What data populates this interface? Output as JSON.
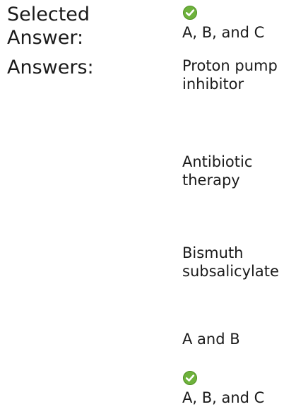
{
  "selected": {
    "label_line1": "Selected",
    "label_line2": "Answer:",
    "value": "A, B, and C",
    "icon": "check-circle-icon",
    "icon_color": "#6eb23c"
  },
  "answers": {
    "label": "Answers:",
    "items": [
      {
        "line1": "Proton pump",
        "line2": "inhibitor",
        "correct": false
      },
      {
        "line1": "Antibiotic",
        "line2": "therapy",
        "correct": false
      },
      {
        "line1": "Bismuth",
        "line2": "subsalicylate",
        "correct": false
      },
      {
        "line1": "A and B",
        "line2": "",
        "correct": false
      },
      {
        "line1": "A, B, and C",
        "line2": "",
        "correct": true
      }
    ]
  }
}
